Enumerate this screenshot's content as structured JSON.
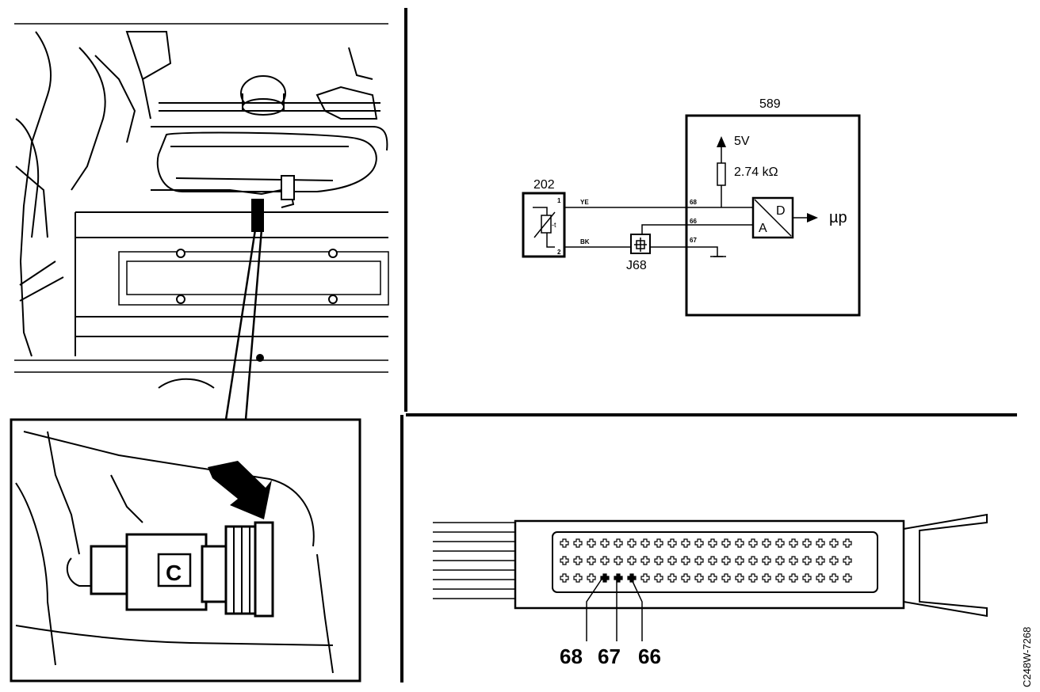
{
  "schematic": {
    "sensor_id": "202",
    "ecu_id": "589",
    "junction_id": "J68",
    "supply_voltage": "5V",
    "pullup_resistor": "2.74 kΩ",
    "sensor_pin_1": "1",
    "sensor_pin_2": "2",
    "sensor_temp_symbol": "-t",
    "wire_signal_color": "YE",
    "wire_ground_color": "BK",
    "ecu_pin_signal": "68",
    "ecu_pin_sense": "66",
    "ecu_pin_ground": "67",
    "converter_in": "A",
    "converter_out": "D",
    "processor_label": "µp"
  },
  "connector": {
    "pin_left": "68",
    "pin_mid": "67",
    "pin_right": "66"
  },
  "figure_ref": "C248W-7268",
  "inset": {
    "connector_letter": "C"
  }
}
